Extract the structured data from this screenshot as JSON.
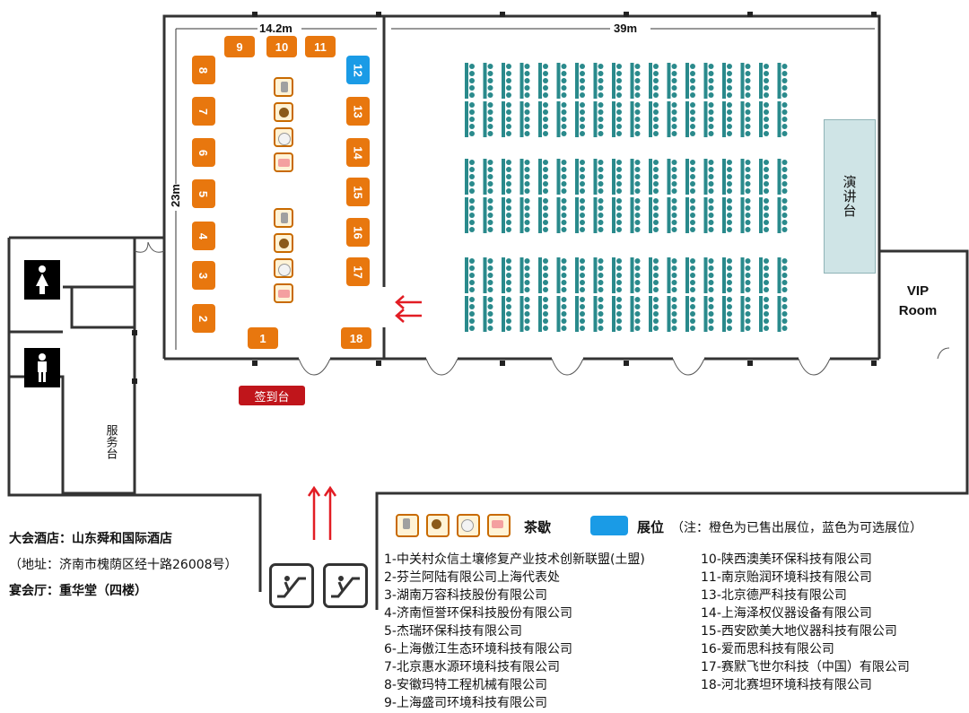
{
  "dimensions": {
    "width_label": "14.2m",
    "hall_label": "39m",
    "height_label": "23m"
  },
  "booths": [
    {
      "n": "1",
      "status": "sold"
    },
    {
      "n": "2",
      "status": "sold"
    },
    {
      "n": "3",
      "status": "sold"
    },
    {
      "n": "4",
      "status": "sold"
    },
    {
      "n": "5",
      "status": "sold"
    },
    {
      "n": "6",
      "status": "sold"
    },
    {
      "n": "7",
      "status": "sold"
    },
    {
      "n": "8",
      "status": "sold"
    },
    {
      "n": "9",
      "status": "sold"
    },
    {
      "n": "10",
      "status": "sold"
    },
    {
      "n": "11",
      "status": "sold"
    },
    {
      "n": "12",
      "status": "available"
    },
    {
      "n": "13",
      "status": "sold"
    },
    {
      "n": "14",
      "status": "sold"
    },
    {
      "n": "15",
      "status": "sold"
    },
    {
      "n": "16",
      "status": "sold"
    },
    {
      "n": "17",
      "status": "sold"
    },
    {
      "n": "18",
      "status": "sold"
    }
  ],
  "tea_icons": [
    "cup-icon",
    "pastry-icon",
    "coffee-icon",
    "cake-icon"
  ],
  "labels": {
    "stage": "演讲台",
    "vip_line1": "VIP",
    "vip_line2": "Room",
    "signin": "签到台",
    "service": "服务台"
  },
  "venue": {
    "hotel": "大会酒店：山东舜和国际酒店",
    "address": "（地址：济南市槐荫区经十路26008号）",
    "hall": "宴会厅：重华堂（四楼）"
  },
  "legend": {
    "tea_label": "茶歇",
    "booth_label": "展位",
    "booth_note": "（注：橙色为已售出展位，蓝色为可选展位）"
  },
  "exhibitors_left": [
    "1-中关村众信土壤修复产业技术创新联盟(土盟)",
    "2-芬兰阿陆有限公司上海代表处",
    "3-湖南万容科技股份有限公司",
    "4-济南恒誉环保科技股份有限公司",
    "5-杰瑞环保科技有限公司",
    "6-上海傲江生态环境科技有限公司",
    "7-北京惠水源环境科技有限公司",
    "8-安徽玛特工程机械有限公司",
    "9-上海盛司环境科技有限公司"
  ],
  "exhibitors_right": [
    "10-陕西澳美环保科技有限公司",
    "11-南京贻润环境科技有限公司",
    "13-北京德严科技有限公司",
    "14-上海泽权仪器设备有限公司",
    "15-西安欧美大地仪器科技有限公司",
    "16-爱而思科技有限公司",
    "17-赛默飞世尔科技（中国）有限公司",
    "18-河北赛坦环境科技有限公司"
  ],
  "colors": {
    "sold": "#e8770e",
    "available": "#1a9be6",
    "seat": "#2a8a8c",
    "signin": "#c0151b",
    "arrow": "#e21d24"
  }
}
